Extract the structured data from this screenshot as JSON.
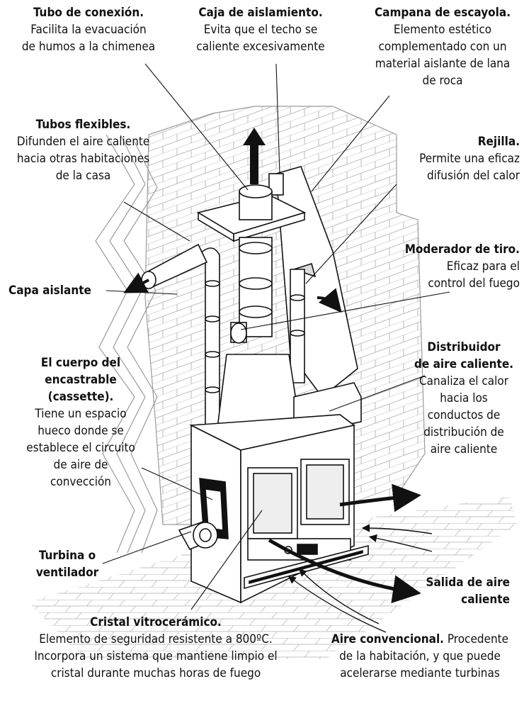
{
  "labels": {
    "tubo_conexion": {
      "title": "Tubo de conexión.",
      "desc": [
        "Facilita la evacuación",
        "de humos a la chimenea"
      ]
    },
    "caja_aislamiento": {
      "title": "Caja de aislamiento.",
      "desc": [
        "Evita que el techo se",
        "caliente excesivamente"
      ]
    },
    "campana": {
      "title": "Campana de escayola.",
      "desc": [
        "Elemento estético",
        "complementado con un",
        "material aislante de lana",
        "de roca"
      ]
    },
    "tubos_flexibles": {
      "title": "Tubos flexibles.",
      "desc": [
        "Difunden el aire caliente",
        "hacia otras habitaciones",
        "de la casa"
      ]
    },
    "rejilla": {
      "title": "Rejilla.",
      "desc": [
        "Permite una eficaz",
        "difusión del calor"
      ]
    },
    "moderador": {
      "title": "Moderador de tiro.",
      "desc": [
        "Eficaz para el",
        "control del fuego"
      ]
    },
    "capa_aislante": {
      "title": "Capa aislante",
      "desc": []
    },
    "cuerpo": {
      "title": [
        "El cuerpo del",
        "encastrable",
        "(cassette)."
      ],
      "desc": [
        "Tiene un espacio",
        "hueco donde se",
        "establece el circuito",
        "de aire de",
        "convección"
      ]
    },
    "distribuidor": {
      "title": [
        "Distribuidor",
        "de aire caliente."
      ],
      "desc": [
        "Canaliza el calor",
        "hacia los",
        "conductos de",
        "distribución de",
        "aire caliente"
      ]
    },
    "turbina": {
      "title": [
        "Turbina o",
        "ventilador"
      ],
      "desc": []
    },
    "salida": {
      "title": [
        "Salida de aire",
        "caliente"
      ],
      "desc": []
    },
    "cristal": {
      "title": "Cristal vitrocerámico.",
      "desc": [
        "Elemento de seguridad resistente a 800ºC.",
        "Incorpora un sistema que mantiene limpio el",
        "cristal durante muchas horas de fuego"
      ]
    },
    "aire": {
      "title": "Aire convencional.",
      "desc_first": " Procedente",
      "desc": [
        "de la habitación, y que puede",
        "acelerarse mediante turbinas"
      ]
    }
  },
  "colors": {
    "ink": "#111111",
    "hatch": "#9a9a9a",
    "wall": "#b8b8b8"
  }
}
